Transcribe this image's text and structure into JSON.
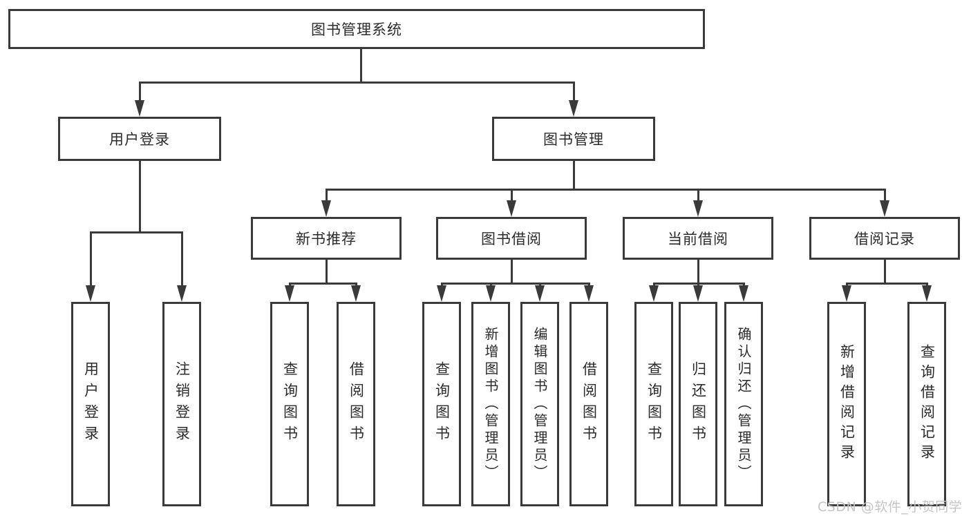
{
  "diagram_type": "hierarchy-tree",
  "tree": {
    "label": "图书管理系统",
    "children": [
      {
        "label": "用户登录",
        "children": [
          {
            "label": "用户登录"
          },
          {
            "label": "注销登录"
          }
        ]
      },
      {
        "label": "图书管理",
        "children": [
          {
            "label": "新书推荐",
            "children": [
              {
                "label": "查询图书"
              },
              {
                "label": "借阅图书"
              }
            ]
          },
          {
            "label": "图书借阅",
            "children": [
              {
                "label": "查询图书"
              },
              {
                "label": "新增图书（管理员）"
              },
              {
                "label": "编辑图书（管理员）"
              },
              {
                "label": "借阅图书"
              }
            ]
          },
          {
            "label": "当前借阅",
            "children": [
              {
                "label": "查询图书"
              },
              {
                "label": "归还图书"
              },
              {
                "label": "确认归还（管理员）"
              }
            ]
          },
          {
            "label": "借阅记录",
            "children": [
              {
                "label": "新增借阅记录"
              },
              {
                "label": "查询借阅记录"
              }
            ]
          }
        ]
      }
    ]
  },
  "watermark": {
    "text": "CSDN @软件_小贺同学"
  },
  "colors": {
    "line": "#3a3a3a",
    "text": "#2b2b2b",
    "watermark": "#c5c5c5",
    "background": "#ffffff"
  }
}
